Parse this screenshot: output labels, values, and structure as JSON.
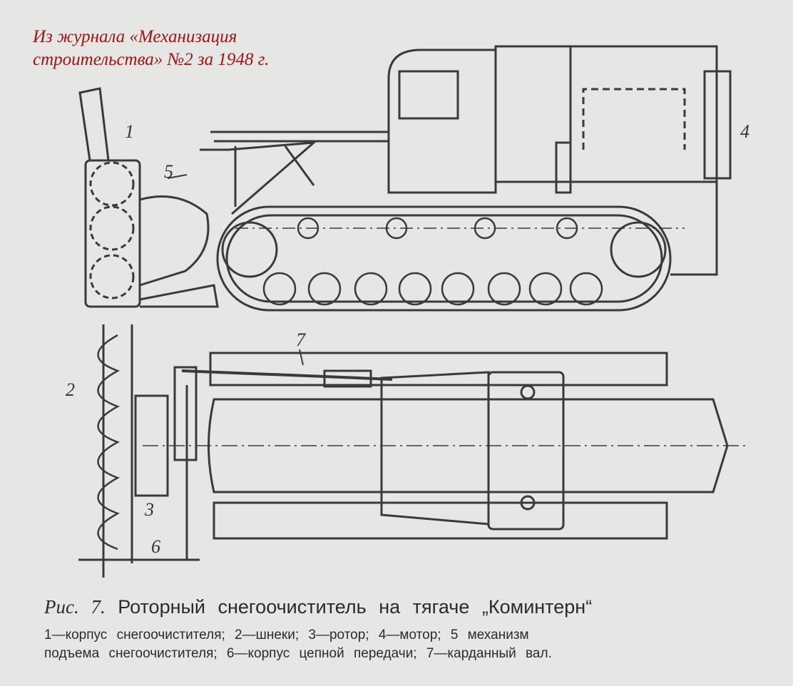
{
  "source_note": {
    "line1": "Из журнала «Механизация",
    "line2": "строительства» №2 за 1948 г."
  },
  "figure": {
    "labels": {
      "l1": "1",
      "l2": "2",
      "l3": "3",
      "l4": "4",
      "l5": "5",
      "l6": "6",
      "l7": "7"
    },
    "caption_prefix": "Рис. 7.",
    "caption_title": "Роторный снегоочиститель на тягаче „Коминтерн“",
    "legend_line1": "1—корпус снегоочистителя; 2—шнеки; 3—ротор; 4—мотор; 5 механизм",
    "legend_line2": "подъема снегоочистителя; 6—корпус цепной передачи; 7—карданный вал."
  }
}
